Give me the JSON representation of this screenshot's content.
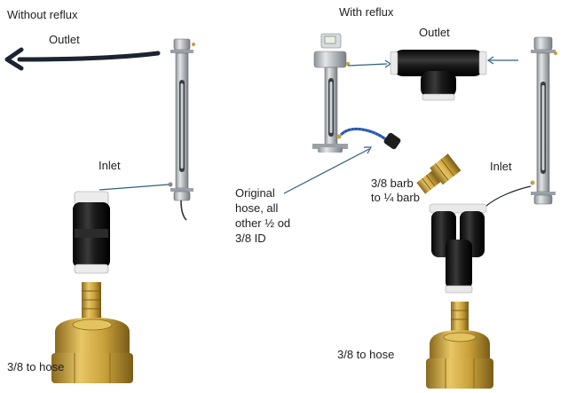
{
  "left_panel": {
    "title": "Without reflux",
    "outlet_label": "Outlet",
    "inlet_label": "Inlet",
    "adapter_label": "3/8 to hose"
  },
  "right_panel": {
    "title": "With reflux",
    "outlet_label": "Outlet",
    "inlet_label": "Inlet",
    "hose_note": [
      "Original",
      "hose, all",
      "other ½ od",
      "3/8 ID"
    ],
    "barb_note": [
      "3/8 barb",
      "to ¼ barb"
    ],
    "adapter_label": "3/8 to hose"
  },
  "colors": {
    "arrow": "#1b2430",
    "leader": "#2d5f80",
    "brass": "#c9a13a",
    "fitting": "#141414",
    "steel": "#b9bdc1",
    "blue_hose": "#1f4fa8"
  },
  "icons": [
    "outlet-arrow-icon",
    "reflux-condenser-icon",
    "push-connector-icon",
    "tee-fitting-icon",
    "y-fitting-icon",
    "brass-barb-icon",
    "brass-hose-adapter-icon",
    "digital-display-icon"
  ]
}
